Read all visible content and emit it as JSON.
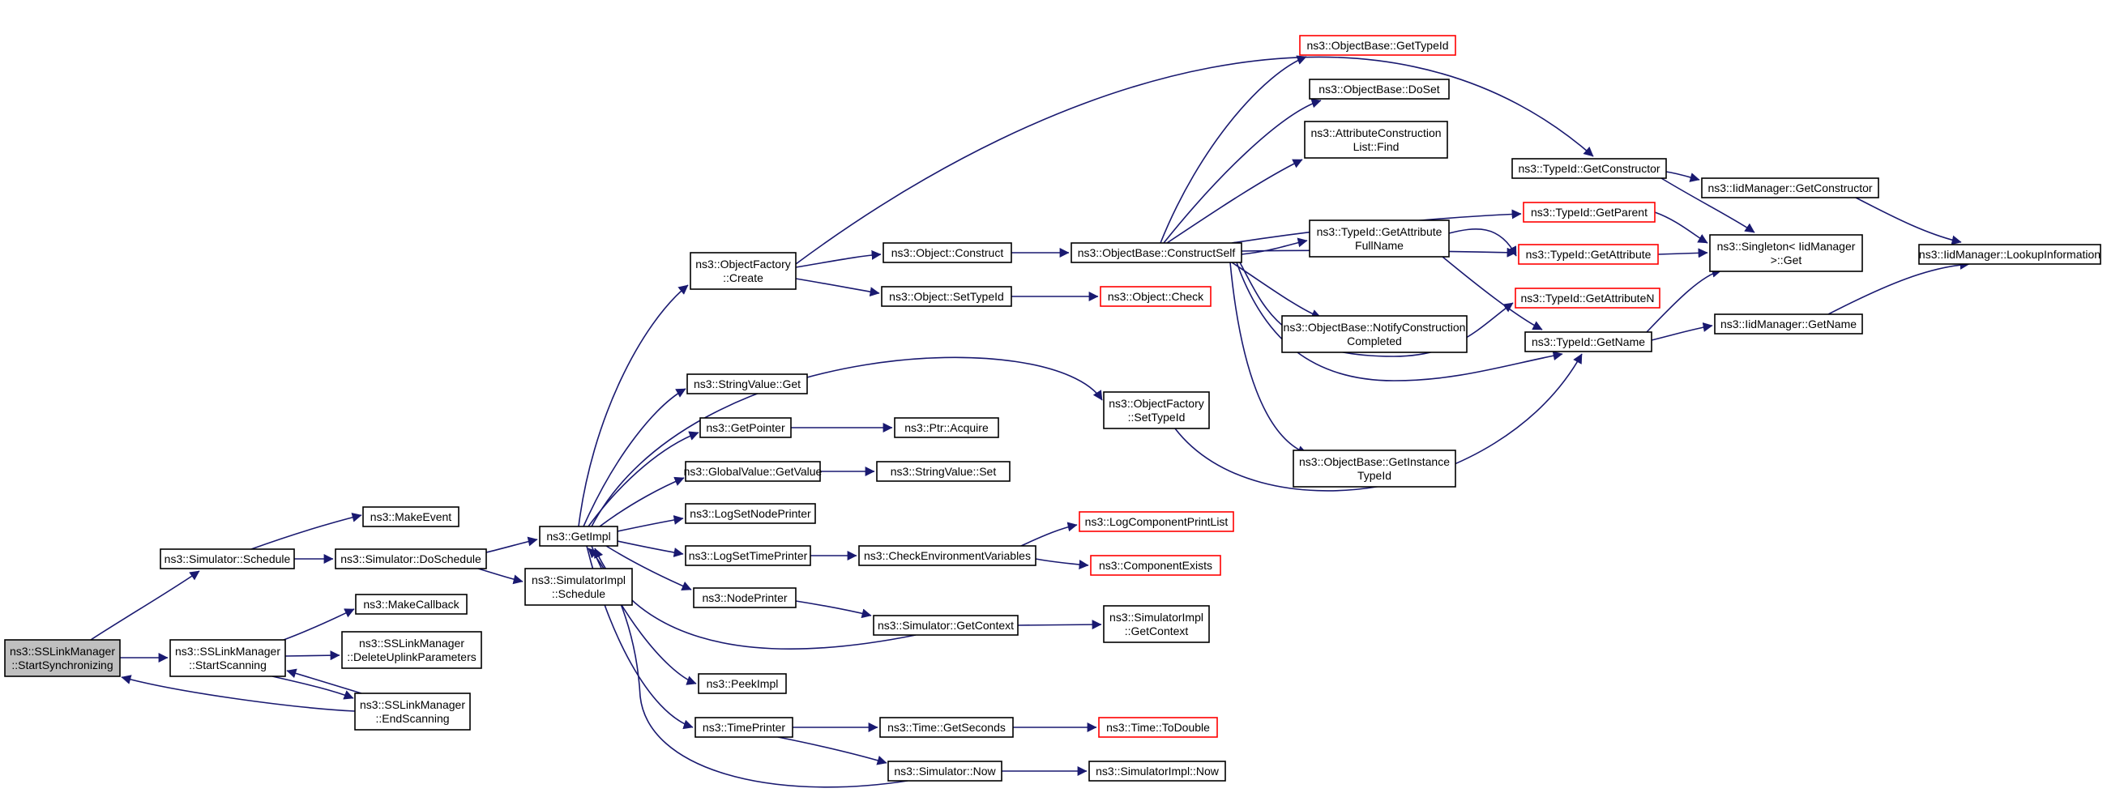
{
  "diagram": {
    "type": "call-graph",
    "colors": {
      "edge": "#191970",
      "node_border": "#000000",
      "truncated_border": "#ff0000",
      "root_fill": "#bfbfbf",
      "background": "#ffffff"
    },
    "nodes": [
      {
        "id": "n_root",
        "lines": [
          "ns3::SSLinkManager",
          "::StartSynchronizing"
        ],
        "root": true,
        "truncated": false
      },
      {
        "id": "n_schedule",
        "lines": [
          "ns3::Simulator::Schedule"
        ],
        "root": false,
        "truncated": false
      },
      {
        "id": "n_startscan",
        "lines": [
          "ns3::SSLinkManager",
          "::StartScanning"
        ],
        "root": false,
        "truncated": false
      },
      {
        "id": "n_makeevent",
        "lines": [
          "ns3::MakeEvent"
        ],
        "root": false,
        "truncated": false
      },
      {
        "id": "n_doschedule",
        "lines": [
          "ns3::Simulator::DoSchedule"
        ],
        "root": false,
        "truncated": false
      },
      {
        "id": "n_makecb",
        "lines": [
          "ns3::MakeCallback"
        ],
        "root": false,
        "truncated": false
      },
      {
        "id": "n_delup",
        "lines": [
          "ns3::SSLinkManager",
          "::DeleteUplinkParameters"
        ],
        "root": false,
        "truncated": false
      },
      {
        "id": "n_endscan",
        "lines": [
          "ns3::SSLinkManager",
          "::EndScanning"
        ],
        "root": false,
        "truncated": false
      },
      {
        "id": "n_getimpl",
        "lines": [
          "ns3::GetImpl"
        ],
        "root": false,
        "truncated": false
      },
      {
        "id": "n_simimplsched",
        "lines": [
          "ns3::SimulatorImpl",
          "::Schedule"
        ],
        "root": false,
        "truncated": false
      },
      {
        "id": "n_ofcreate",
        "lines": [
          "ns3::ObjectFactory",
          "::Create"
        ],
        "root": false,
        "truncated": false
      },
      {
        "id": "n_strget",
        "lines": [
          "ns3::StringValue::Get"
        ],
        "root": false,
        "truncated": false
      },
      {
        "id": "n_getptr",
        "lines": [
          "ns3::GetPointer"
        ],
        "root": false,
        "truncated": false
      },
      {
        "id": "n_gvget",
        "lines": [
          "ns3::GlobalValue::GetValue"
        ],
        "root": false,
        "truncated": false
      },
      {
        "id": "n_lognode",
        "lines": [
          "ns3::LogSetNodePrinter"
        ],
        "root": false,
        "truncated": false
      },
      {
        "id": "n_logtime",
        "lines": [
          "ns3::LogSetTimePrinter"
        ],
        "root": false,
        "truncated": false
      },
      {
        "id": "n_nodeprinter",
        "lines": [
          "ns3::NodePrinter"
        ],
        "root": false,
        "truncated": false
      },
      {
        "id": "n_peekimpl",
        "lines": [
          "ns3::PeekImpl"
        ],
        "root": false,
        "truncated": false
      },
      {
        "id": "n_timeprinter",
        "lines": [
          "ns3::TimePrinter"
        ],
        "root": false,
        "truncated": false
      },
      {
        "id": "n_objconstruct",
        "lines": [
          "ns3::Object::Construct"
        ],
        "root": false,
        "truncated": false
      },
      {
        "id": "n_objsettid",
        "lines": [
          "ns3::Object::SetTypeId"
        ],
        "root": false,
        "truncated": false
      },
      {
        "id": "n_ptracq",
        "lines": [
          "ns3::Ptr::Acquire"
        ],
        "root": false,
        "truncated": false
      },
      {
        "id": "n_strset",
        "lines": [
          "ns3::StringValue::Set"
        ],
        "root": false,
        "truncated": false
      },
      {
        "id": "n_checkenv",
        "lines": [
          "ns3::CheckEnvironmentVariables"
        ],
        "root": false,
        "truncated": false
      },
      {
        "id": "n_simgetctx",
        "lines": [
          "ns3::Simulator::GetContext"
        ],
        "root": false,
        "truncated": false
      },
      {
        "id": "n_timegetsec",
        "lines": [
          "ns3::Time::GetSeconds"
        ],
        "root": false,
        "truncated": false
      },
      {
        "id": "n_simnow",
        "lines": [
          "ns3::Simulator::Now"
        ],
        "root": false,
        "truncated": false
      },
      {
        "id": "n_obconstructself",
        "lines": [
          "ns3::ObjectBase::ConstructSelf"
        ],
        "root": false,
        "truncated": false
      },
      {
        "id": "n_objcheck",
        "lines": [
          "ns3::Object::Check"
        ],
        "root": false,
        "truncated": true
      },
      {
        "id": "n_ofsettid",
        "lines": [
          "ns3::ObjectFactory",
          "::SetTypeId"
        ],
        "root": false,
        "truncated": false
      },
      {
        "id": "n_logcomplist",
        "lines": [
          "ns3::LogComponentPrintList"
        ],
        "root": false,
        "truncated": true
      },
      {
        "id": "n_compexists",
        "lines": [
          "ns3::ComponentExists"
        ],
        "root": false,
        "truncated": true
      },
      {
        "id": "n_simimplctx",
        "lines": [
          "ns3::SimulatorImpl",
          "::GetContext"
        ],
        "root": false,
        "truncated": false
      },
      {
        "id": "n_timetodouble",
        "lines": [
          "ns3::Time::ToDouble"
        ],
        "root": false,
        "truncated": true
      },
      {
        "id": "n_simimplnow",
        "lines": [
          "ns3::SimulatorImpl::Now"
        ],
        "root": false,
        "truncated": false
      },
      {
        "id": "n_obgettid",
        "lines": [
          "ns3::ObjectBase::GetTypeId"
        ],
        "root": false,
        "truncated": true
      },
      {
        "id": "n_obdoset",
        "lines": [
          "ns3::ObjectBase::DoSet"
        ],
        "root": false,
        "truncated": false
      },
      {
        "id": "n_attrfind",
        "lines": [
          "ns3::AttributeConstruction",
          "List::Find"
        ],
        "root": false,
        "truncated": false
      },
      {
        "id": "n_tidgetattrfull",
        "lines": [
          "ns3::TypeId::GetAttribute",
          "FullName"
        ],
        "root": false,
        "truncated": false
      },
      {
        "id": "n_obnotify",
        "lines": [
          "ns3::ObjectBase::NotifyConstruction",
          "Completed"
        ],
        "root": false,
        "truncated": false
      },
      {
        "id": "n_obgetinst",
        "lines": [
          "ns3::ObjectBase::GetInstance",
          "TypeId"
        ],
        "root": false,
        "truncated": false
      },
      {
        "id": "n_tidgetctor",
        "lines": [
          "ns3::TypeId::GetConstructor"
        ],
        "root": false,
        "truncated": false
      },
      {
        "id": "n_tidgetparent",
        "lines": [
          "ns3::TypeId::GetParent"
        ],
        "root": false,
        "truncated": true
      },
      {
        "id": "n_tidgetattr",
        "lines": [
          "ns3::TypeId::GetAttribute"
        ],
        "root": false,
        "truncated": true
      },
      {
        "id": "n_tidgetattrn",
        "lines": [
          "ns3::TypeId::GetAttributeN"
        ],
        "root": false,
        "truncated": true
      },
      {
        "id": "n_tidgetname",
        "lines": [
          "ns3::TypeId::GetName"
        ],
        "root": false,
        "truncated": false
      },
      {
        "id": "n_singleton",
        "lines": [
          "ns3::Singleton< IidManager",
          ">::Get"
        ],
        "root": false,
        "truncated": false
      },
      {
        "id": "n_iidgetctor",
        "lines": [
          "ns3::IidManager::GetConstructor"
        ],
        "root": false,
        "truncated": false
      },
      {
        "id": "n_iidgetname",
        "lines": [
          "ns3::IidManager::GetName"
        ],
        "root": false,
        "truncated": false
      },
      {
        "id": "n_iidlookup",
        "lines": [
          "ns3::IidManager::LookupInformation"
        ],
        "root": false,
        "truncated": false
      }
    ]
  }
}
